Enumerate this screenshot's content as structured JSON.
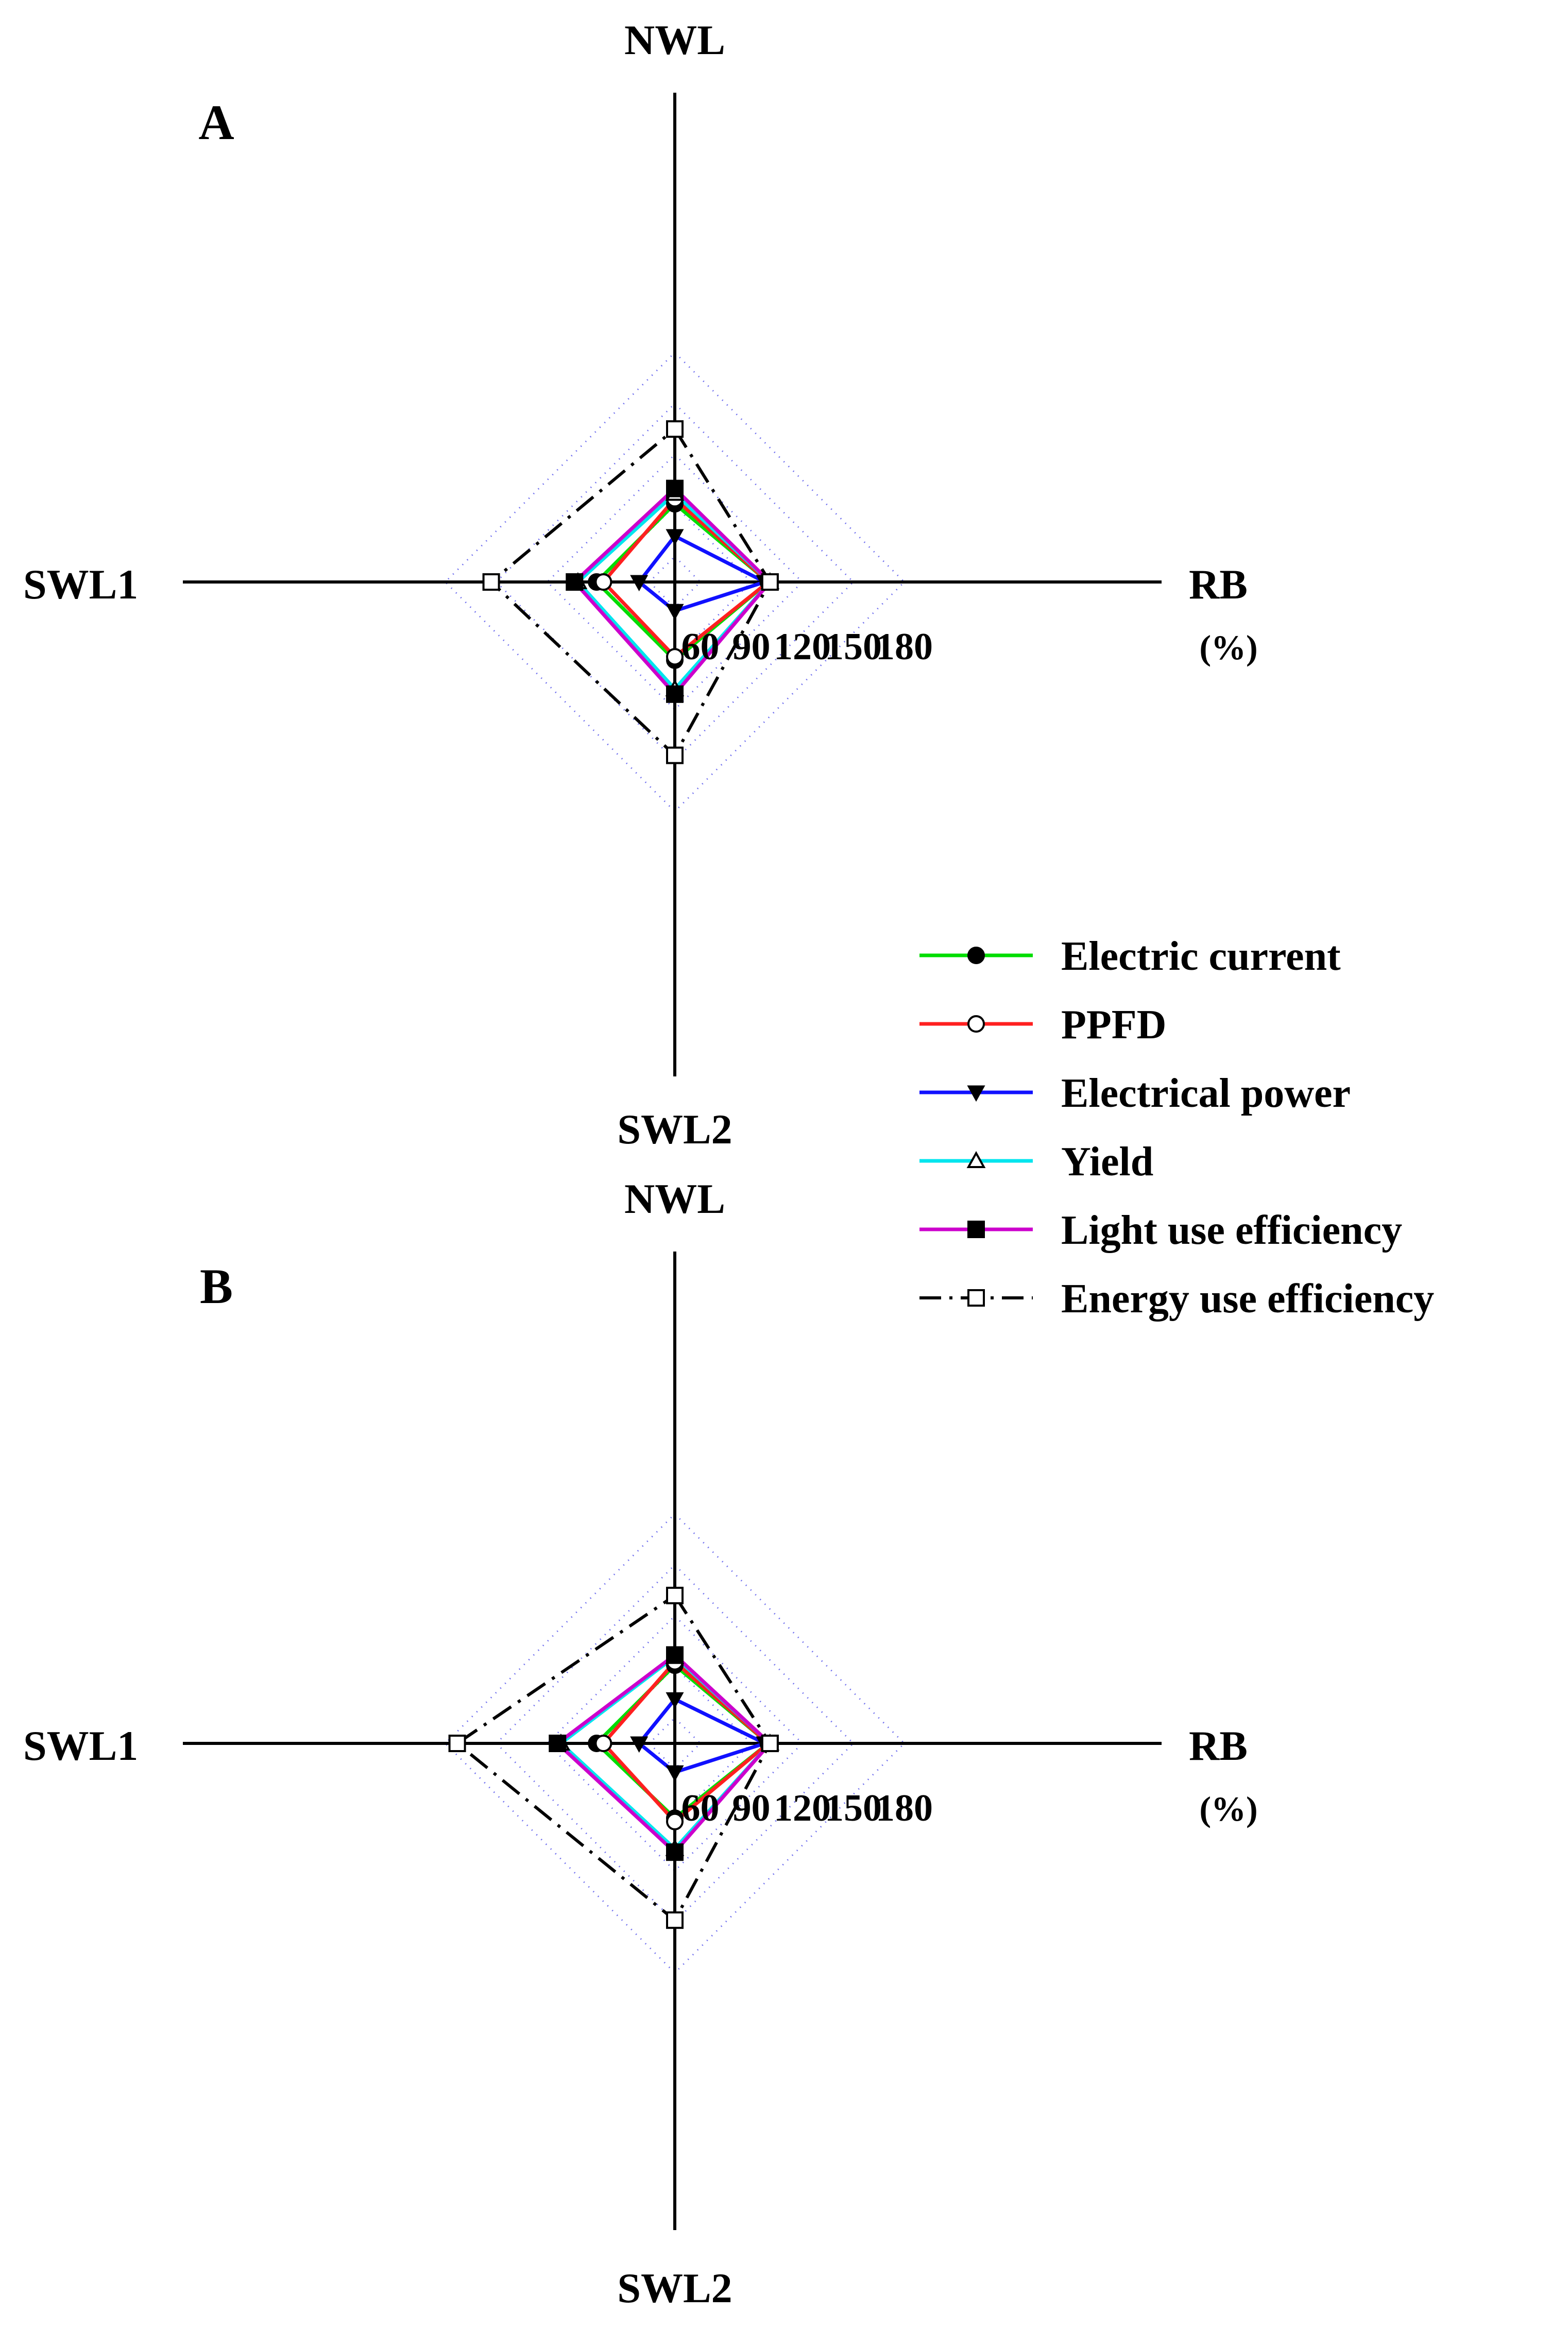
{
  "chart_data": [
    {
      "type": "radar",
      "panel_label": "A",
      "axes": [
        "NWL",
        "RB",
        "SWL2",
        "SWL1"
      ],
      "unit_label": "(%)",
      "tick_labels": [
        "60",
        "90",
        "120",
        "150",
        "180"
      ],
      "grid": [
        60,
        90,
        120,
        150,
        180
      ],
      "range": [
        45,
        185
      ],
      "series": [
        {
          "name": "Electric current",
          "color": "#00dd00",
          "marker": "circle-filled",
          "dash": "solid",
          "values": {
            "NWL": 91,
            "RB": 100,
            "SWL2": 91,
            "SWL1": 91
          }
        },
        {
          "name": "PPFD",
          "color": "#ff2020",
          "marker": "circle-open",
          "dash": "solid",
          "values": {
            "NWL": 94,
            "RB": 100,
            "SWL2": 89,
            "SWL1": 87
          }
        },
        {
          "name": "Electrical power",
          "color": "#1010ff",
          "marker": "triangle-down-filled",
          "dash": "solid",
          "values": {
            "NWL": 72,
            "RB": 98,
            "SWL2": 62,
            "SWL1": 66
          }
        },
        {
          "name": "Yield",
          "color": "#00e5ee",
          "marker": "triangle-up-open",
          "dash": "solid",
          "values": {
            "NWL": 97,
            "RB": 101,
            "SWL2": 108,
            "SWL1": 102
          }
        },
        {
          "name": "Light use efficiency",
          "color": "#cc00cc",
          "marker": "square-filled",
          "dash": "solid",
          "values": {
            "NWL": 100,
            "RB": 101,
            "SWL2": 111,
            "SWL1": 104
          }
        },
        {
          "name": "Energy use efficiency",
          "color": "#000000",
          "marker": "square-open",
          "dash": "dashdot",
          "values": {
            "NWL": 135,
            "RB": 101,
            "SWL2": 147,
            "SWL1": 153
          }
        }
      ]
    },
    {
      "type": "radar",
      "panel_label": "B",
      "axes": [
        "NWL",
        "RB",
        "SWL2",
        "SWL1"
      ],
      "unit_label": "(%)",
      "tick_labels": [
        "60",
        "90",
        "120",
        "150",
        "180"
      ],
      "grid": [
        60,
        90,
        120,
        150,
        180
      ],
      "range": [
        45,
        185
      ],
      "series": [
        {
          "name": "Electric current",
          "color": "#00dd00",
          "marker": "circle-filled",
          "dash": "solid",
          "values": {
            "NWL": 91,
            "RB": 100,
            "SWL2": 89,
            "SWL1": 91
          }
        },
        {
          "name": "PPFD",
          "color": "#ff2020",
          "marker": "circle-open",
          "dash": "solid",
          "values": {
            "NWL": 93,
            "RB": 100,
            "SWL2": 91,
            "SWL1": 87
          }
        },
        {
          "name": "Electrical power",
          "color": "#1010ff",
          "marker": "triangle-down-filled",
          "dash": "solid",
          "values": {
            "NWL": 71,
            "RB": 98,
            "SWL2": 62,
            "SWL1": 66
          }
        },
        {
          "name": "Yield",
          "color": "#00e5ee",
          "marker": "triangle-up-open",
          "dash": "solid",
          "values": {
            "NWL": 96,
            "RB": 101,
            "SWL2": 107,
            "SWL1": 112
          }
        },
        {
          "name": "Light use efficiency",
          "color": "#cc00cc",
          "marker": "square-filled",
          "dash": "solid",
          "values": {
            "NWL": 97,
            "RB": 101,
            "SWL2": 109,
            "SWL1": 114
          }
        },
        {
          "name": "Energy use efficiency",
          "color": "#000000",
          "marker": "square-open",
          "dash": "dashdot",
          "values": {
            "NWL": 132,
            "RB": 101,
            "SWL2": 149,
            "SWL1": 173
          }
        }
      ]
    }
  ]
}
